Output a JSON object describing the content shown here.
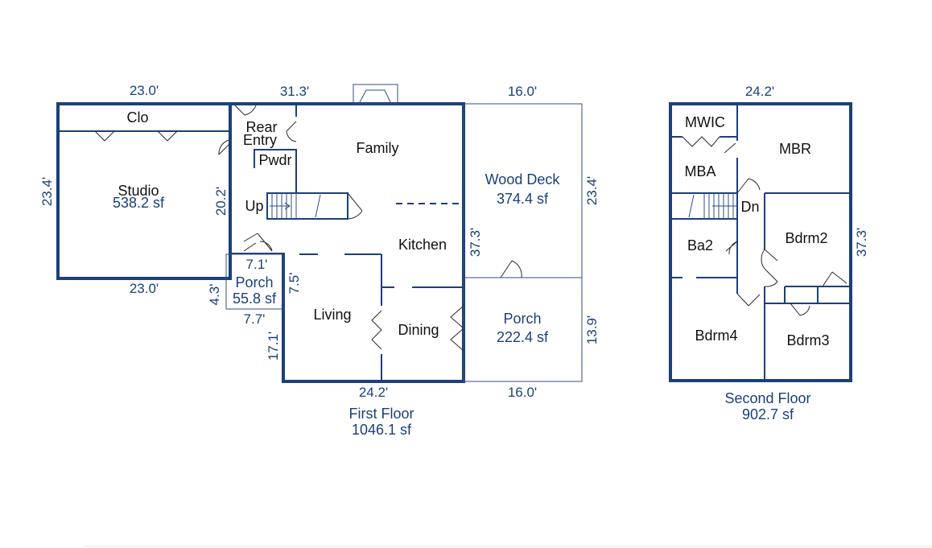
{
  "first_floor": {
    "title": "First Floor",
    "area": "1046.1 sf",
    "dims": {
      "studio_top": "23.0'",
      "studio_bottom": "23.0'",
      "studio_left": "23.4'",
      "entry_height": "20.2'",
      "main_top": "31.3'",
      "main_bottom": "24.2'",
      "kitchen_right": "37.3'",
      "living_left": "17.1'",
      "living_notch": "7.5'",
      "porch_top": "7.1'",
      "porch_bottom": "7.7'",
      "porch_left": "4.3'",
      "deck_top": "16.0'",
      "deck_right": "23.4'",
      "back_porch_bottom": "16.0'",
      "back_porch_right": "13.9'"
    },
    "rooms": {
      "studio": "Studio",
      "studio_area": "538.2 sf",
      "clo": "Clo",
      "rear_entry_1": "Rear",
      "rear_entry_2": "Entry",
      "pwdr": "Pwdr",
      "up": "Up",
      "family": "Family",
      "kitchen": "Kitchen",
      "living": "Living",
      "dining": "Dining",
      "front_porch": "Porch",
      "front_porch_area": "55.8 sf",
      "wood_deck": "Wood Deck",
      "wood_deck_area": "374.4 sf",
      "back_porch": "Porch",
      "back_porch_area": "222.4 sf"
    }
  },
  "second_floor": {
    "title": "Second Floor",
    "area": "902.7 sf",
    "dims": {
      "top": "24.2'",
      "right": "37.3'"
    },
    "rooms": {
      "mwic": "MWIC",
      "mba": "MBA",
      "mbr": "MBR",
      "dn": "Dn",
      "ba2": "Ba2",
      "bdrm2": "Bdrm2",
      "bdrm3": "Bdrm3",
      "bdrm4": "Bdrm4"
    }
  },
  "colors": {
    "wall": "#1b3f7a",
    "label": "#111111",
    "dimension": "#1b3f7a"
  }
}
